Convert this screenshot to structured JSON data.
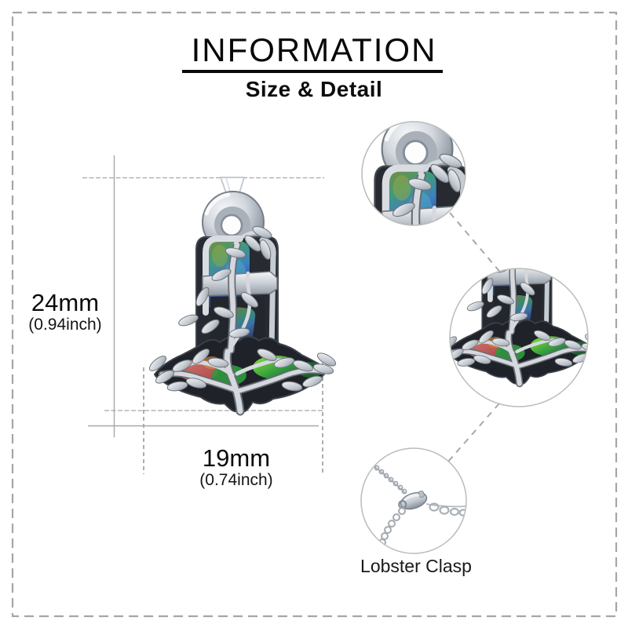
{
  "header": {
    "title": "INFORMATION",
    "subtitle": "Size & Detail"
  },
  "measurements": {
    "height": {
      "value": "24mm",
      "alt": "(0.94inch)"
    },
    "width": {
      "value": "19mm",
      "alt": "(0.74inch)"
    }
  },
  "callouts": {
    "clasp_label": "Lobster Clasp"
  },
  "colors": {
    "text": "#0a0a0a",
    "measure_line_gray": "#a5a9a5",
    "frame_dash_gray": "#a3a7a3",
    "silver": "#ccd1d8",
    "silver_dark": "#7b828b",
    "dark_metal": "#23262c",
    "abalone_green": "#2f9a3e",
    "abalone_blue": "#3a6ea8",
    "abalone_red": "#c2564f",
    "background": "#ffffff"
  }
}
